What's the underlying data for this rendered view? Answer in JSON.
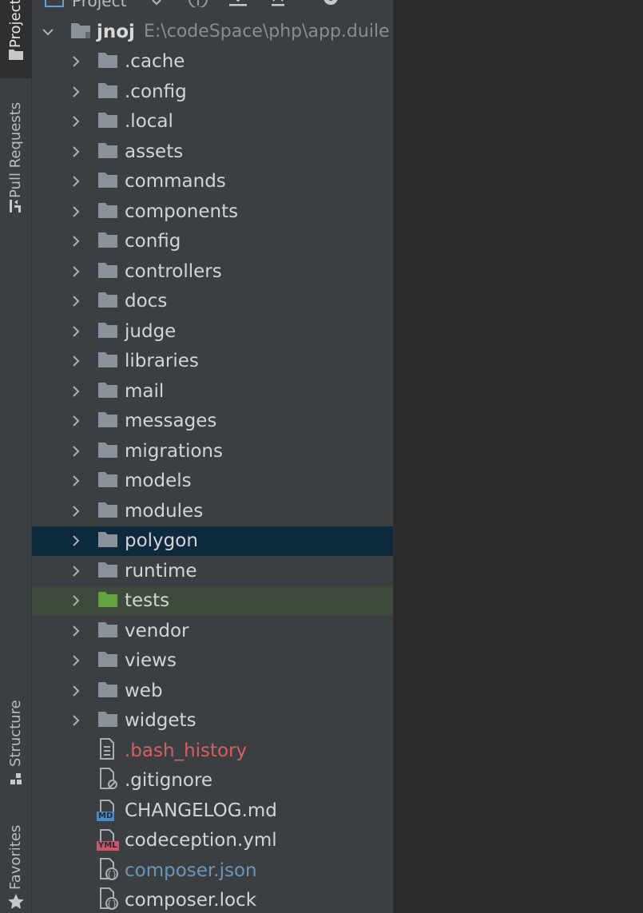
{
  "stripe": {
    "project_label": "Project",
    "pull_requests_label": "Pull Requests",
    "structure_label": "Structure",
    "favorites_label": "Favorites"
  },
  "panel": {
    "title": "Project"
  },
  "tree": {
    "root": {
      "name": "jnoj",
      "path": "E:\\codeSpace\\php\\app.duile"
    },
    "folders": [
      {
        "name": ".cache",
        "state": "normal"
      },
      {
        "name": ".config",
        "state": "normal"
      },
      {
        "name": ".local",
        "state": "normal"
      },
      {
        "name": "assets",
        "state": "normal"
      },
      {
        "name": "commands",
        "state": "normal"
      },
      {
        "name": "components",
        "state": "normal"
      },
      {
        "name": "config",
        "state": "normal"
      },
      {
        "name": "controllers",
        "state": "normal"
      },
      {
        "name": "docs",
        "state": "normal"
      },
      {
        "name": "judge",
        "state": "normal"
      },
      {
        "name": "libraries",
        "state": "normal"
      },
      {
        "name": "mail",
        "state": "normal"
      },
      {
        "name": "messages",
        "state": "normal"
      },
      {
        "name": "migrations",
        "state": "normal"
      },
      {
        "name": "models",
        "state": "normal"
      },
      {
        "name": "modules",
        "state": "normal"
      },
      {
        "name": "polygon",
        "state": "selected"
      },
      {
        "name": "runtime",
        "state": "normal"
      },
      {
        "name": "tests",
        "state": "test"
      },
      {
        "name": "vendor",
        "state": "normal"
      },
      {
        "name": "views",
        "state": "normal"
      },
      {
        "name": "web",
        "state": "normal"
      },
      {
        "name": "widgets",
        "state": "normal"
      }
    ],
    "files": [
      {
        "name": ".bash_history",
        "icon": "text-file-icon",
        "color": "#d95f5f"
      },
      {
        "name": ".gitignore",
        "icon": "ignore-file-icon",
        "color": "#d4d4d4"
      },
      {
        "name": "CHANGELOG.md",
        "icon": "markdown-file-icon",
        "badge": "MD",
        "color": "#d4d4d4"
      },
      {
        "name": "codeception.yml",
        "icon": "yaml-file-icon",
        "badge": "YML",
        "color": "#d4d4d4"
      },
      {
        "name": "composer.json",
        "icon": "json-file-icon",
        "color": "#6897bb"
      },
      {
        "name": "composer.lock",
        "icon": "json-file-icon",
        "color": "#d4d4d4"
      }
    ]
  },
  "colors": {
    "folder": "#8a9199",
    "test_folder": "#62a33f",
    "selected_row": "#0d293e",
    "test_row": "#3e4a3c",
    "text": "#d4d4d4"
  }
}
